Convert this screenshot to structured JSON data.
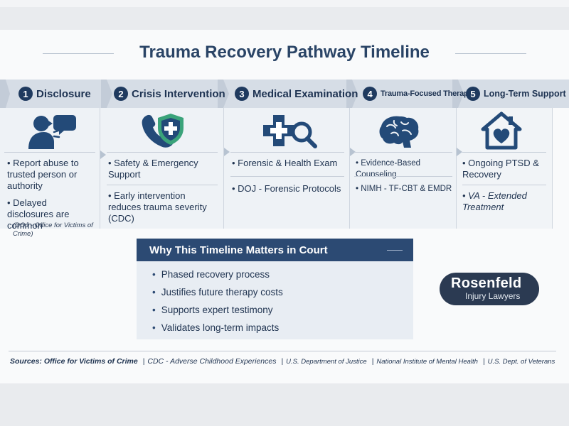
{
  "title": "Trauma Recovery Pathway Timeline",
  "steps": [
    {
      "num": "1",
      "label": "Disclosure",
      "icon": "person-speaking-icon",
      "items": [
        "Report abuse to trusted person or authority",
        "Delayed disclosures are common"
      ],
      "source": "(DOJ - Office for Victims of Crime)"
    },
    {
      "num": "2",
      "label": "Crisis Intervention",
      "icon": "phone-shield-icon",
      "items": [
        "Safety & Emergency Support",
        "Early intervention reduces trauma severity (CDC)"
      ]
    },
    {
      "num": "3",
      "label": "Medical Examination",
      "icon": "medical-cross-magnifier-icon",
      "items": [
        "Forensic & Health Exam",
        "DOJ - Forensic Protocols"
      ]
    },
    {
      "num": "4",
      "label": "Trauma-Focused Therapy",
      "icon": "brain-icon",
      "items": [
        "Evidence-Based Counseling",
        "NIMH - TF-CBT & EMDR"
      ]
    },
    {
      "num": "5",
      "label": "Long-Term Support",
      "icon": "house-heart-icon",
      "items": [
        "Ongoing PTSD & Recovery",
        "VA - Extended Treatment"
      ]
    }
  ],
  "why": {
    "title": "Why This Timeline Matters in Court",
    "bullets": [
      "Phased recovery process",
      "Justifies future therapy costs",
      "Supports expert testimony",
      "Validates long-term impacts"
    ]
  },
  "logo": {
    "line1": "Rosenfeld",
    "line2": "Injury Lawyers"
  },
  "footer": {
    "lead": "Sources: Office for Victims of Crime",
    "sources": [
      "CDC - Adverse Childhood Experiences",
      "U.S. Department of Justice",
      "National Institute of Mental Health",
      "U.S. Dept. of Veterans"
    ]
  },
  "colors": {
    "navy": "#1f3a5f",
    "band": "#d6dde6",
    "accent_green": "#3aa37a"
  }
}
